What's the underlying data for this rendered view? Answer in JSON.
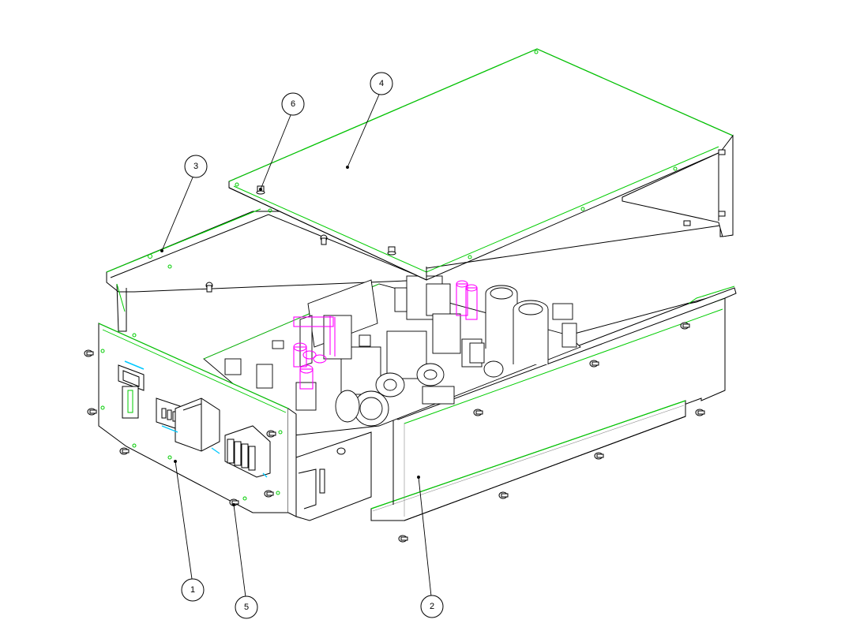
{
  "diagram": {
    "colors": {
      "background": "#ffffff",
      "outline": "#000000",
      "sheet_edge": "#00cc00",
      "cable_magenta": "#ff00ff",
      "connector_cyan": "#00c8ff",
      "hatch": "#9a9a9a"
    },
    "callouts": [
      {
        "id": "callout-1",
        "number": "1"
      },
      {
        "id": "callout-2",
        "number": "2"
      },
      {
        "id": "callout-3",
        "number": "3"
      },
      {
        "id": "callout-4",
        "number": "4"
      },
      {
        "id": "callout-5",
        "number": "5"
      },
      {
        "id": "callout-6",
        "number": "6"
      }
    ]
  }
}
